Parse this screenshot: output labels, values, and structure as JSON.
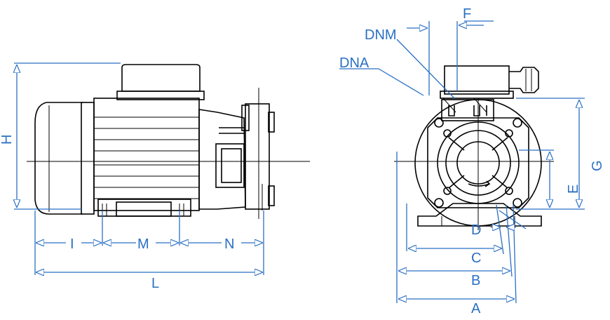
{
  "colors": {
    "dimension": "#2a6fc4",
    "drawing": "#000000"
  },
  "labels": {
    "H": "H",
    "I": "I",
    "M": "M",
    "N": "N",
    "L": "L",
    "F": "F",
    "DNM": "DNM",
    "DNA": "DNA",
    "G": "G",
    "E": "E",
    "D": "D",
    "C": "C",
    "B": "B",
    "A": "A"
  }
}
